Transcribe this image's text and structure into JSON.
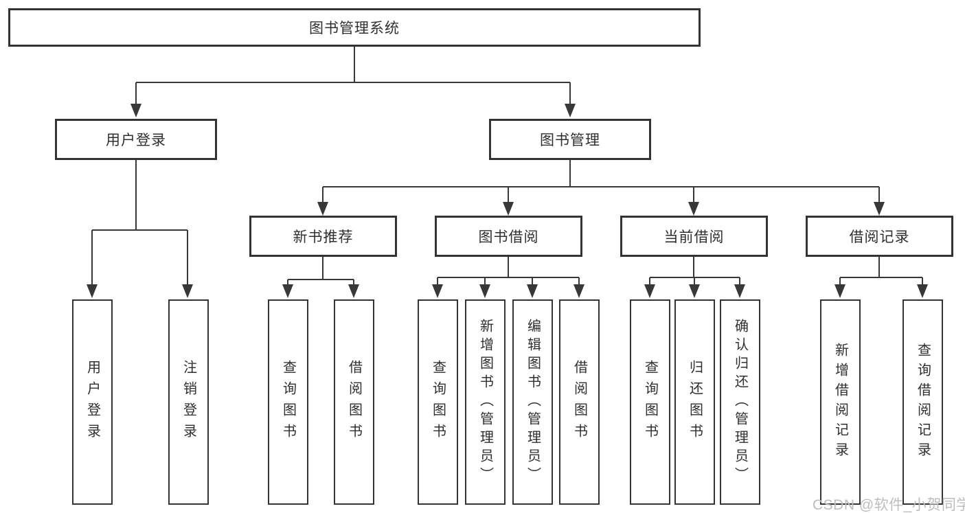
{
  "diagram": {
    "title": "图书管理系统",
    "level2": {
      "user_login": "用户登录",
      "book_management": "图书管理"
    },
    "level3": {
      "new_book_recommend": "新书推荐",
      "book_borrow": "图书借阅",
      "current_borrow": "当前借阅",
      "borrow_records": "借阅记录"
    },
    "leaves": {
      "user_login": [
        "用户登录",
        "注销登录"
      ],
      "new_book_recommend": [
        "查询图书",
        "借阅图书"
      ],
      "book_borrow": [
        "查询图书",
        "新增图书（管理员）",
        "编辑图书（管理员）",
        "借阅图书"
      ],
      "current_borrow": [
        "查询图书",
        "归还图书",
        "确认归还（管理员）"
      ],
      "borrow_records": [
        "新增借阅记录",
        "查询借阅记录"
      ]
    }
  },
  "watermark": "CSDN @软件_小贺同学",
  "colors": {
    "line": "#383838",
    "border": "#333333",
    "text": "#2f2f2f",
    "watermark": "#bdbdbd",
    "background": "#ffffff"
  }
}
